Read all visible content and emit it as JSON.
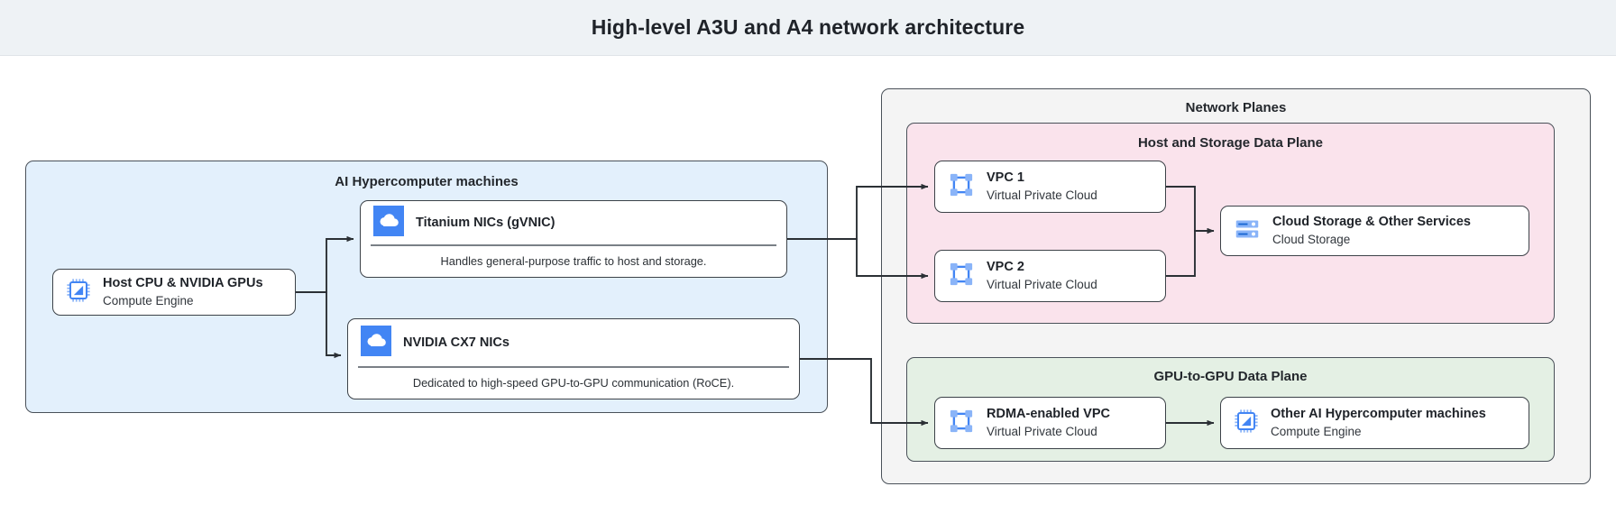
{
  "header": {
    "title": "High-level A3U and A4 network architecture"
  },
  "colors": {
    "header_bg": "#eef2f5",
    "machines_panel": "#e3f0fc",
    "network_planes_panel": "#f4f4f4",
    "host_storage_plane": "#fae3ec",
    "gpu_plane": "#e4f0e4",
    "icon_blue": "#4285f4",
    "icon_light_blue": "#8ab4f8",
    "stroke": "#3c4248"
  },
  "machines_group": {
    "title": "AI Hypercomputer machines",
    "host_node": {
      "icon": "cpu-chip-icon",
      "title": "Host CPU & NVIDIA GPUs",
      "subtitle": "Compute Engine"
    },
    "nics": [
      {
        "icon": "cloud-icon",
        "title": "Titanium NICs (gVNIC)",
        "caption": "Handles general-purpose traffic to host and storage."
      },
      {
        "icon": "cloud-icon",
        "title": "NVIDIA CX7 NICs",
        "caption": "Dedicated to high-speed GPU-to-GPU communication (RoCE)."
      }
    ]
  },
  "network_planes": {
    "title": "Network Planes",
    "host_storage_plane": {
      "title": "Host and Storage Data Plane",
      "vpcs": [
        {
          "icon": "vpc-icon",
          "title": "VPC 1",
          "subtitle": "Virtual Private Cloud"
        },
        {
          "icon": "vpc-icon",
          "title": "VPC 2",
          "subtitle": "Virtual Private Cloud"
        }
      ],
      "storage_node": {
        "icon": "cloud-storage-icon",
        "title": "Cloud Storage & Other Services",
        "subtitle": "Cloud Storage"
      }
    },
    "gpu_plane": {
      "title": "GPU-to-GPU Data Plane",
      "vpc": {
        "icon": "vpc-icon",
        "title": "RDMA-enabled VPC",
        "subtitle": "Virtual Private Cloud"
      },
      "machines_node": {
        "icon": "cpu-chip-icon",
        "title": "Other AI Hypercomputer machines",
        "subtitle": "Compute Engine"
      }
    }
  }
}
